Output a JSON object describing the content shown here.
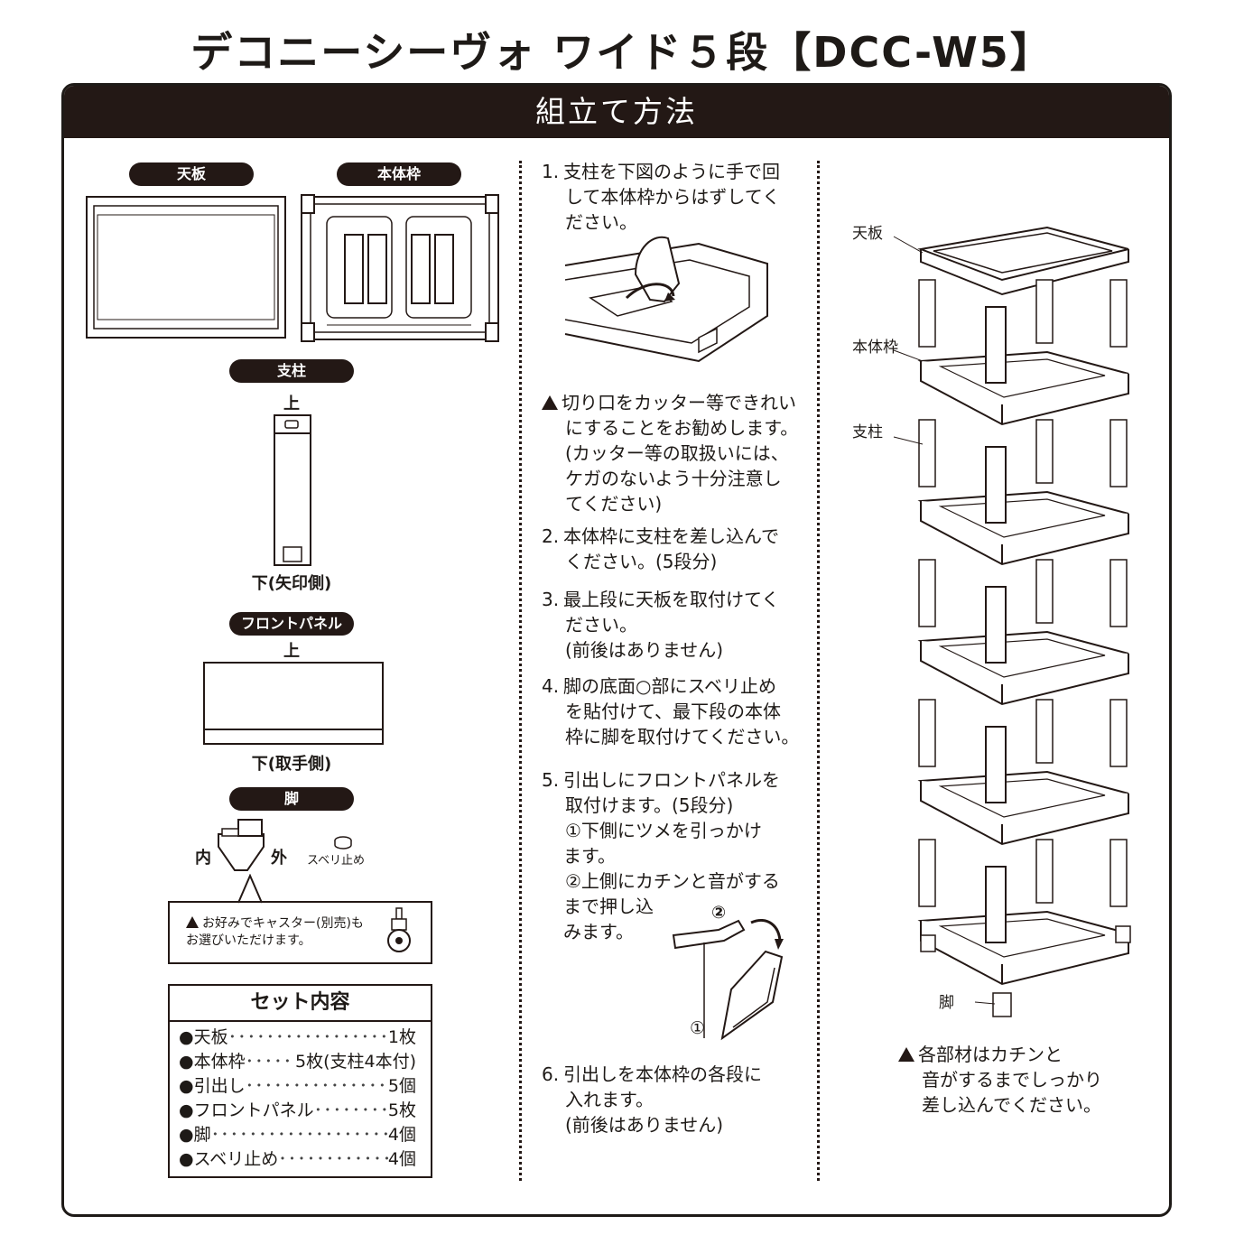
{
  "header": {
    "title": "デコニーシーヴォ ワイド５段【DCC-W5】"
  },
  "section": {
    "title": "組立て方法"
  },
  "parts": {
    "top_board": "天板",
    "frame": "本体枠",
    "pillar": "支柱",
    "pillar_top": "上",
    "pillar_bottom": "下(矢印側)",
    "front_panel": "フロントパネル",
    "panel_top": "上",
    "panel_bottom": "下(取手側)",
    "leg": "脚",
    "leg_inner": "内",
    "leg_outer": "外",
    "slip_stop": "スベリ止め",
    "caster_note_line1": "お好みでキャスター(別売)も",
    "caster_note_line2": "お選びいただけます。"
  },
  "kit": {
    "title": "セット内容",
    "items": [
      {
        "name": "●天板",
        "qty": "1枚"
      },
      {
        "name": "●本体枠",
        "qty": "5枚(支柱4本付)"
      },
      {
        "name": "●引出し",
        "qty": "5個"
      },
      {
        "name": "●フロントパネル",
        "qty": "5枚"
      },
      {
        "name": "●脚",
        "qty": "4個"
      },
      {
        "name": "●スベリ止め",
        "qty": "4個"
      }
    ]
  },
  "steps": {
    "s1_num": "1.",
    "s1_l1": "支柱を下図のように手で回",
    "s1_l2": "して本体枠からはずしてく",
    "s1_l3": "ださい。",
    "w_l1": "切り口をカッター等できれい",
    "w_l2": "にすることをお勧めします。",
    "w_l3": "(カッター等の取扱いには、",
    "w_l4": "ケガのないよう十分注意し",
    "w_l5": "てください)",
    "s2_num": "2.",
    "s2_l1": "本体枠に支柱を差し込んで",
    "s2_l2": "ください。(5段分)",
    "s3_num": "3.",
    "s3_l1": "最上段に天板を取付けてく",
    "s3_l2": "ださい。",
    "s3_l3": "(前後はありません)",
    "s4_num": "4.",
    "s4_l1": "脚の底面○部にスベリ止め",
    "s4_l2": "を貼付けて、最下段の本体",
    "s4_l3": "枠に脚を取付けてください。",
    "s5_num": "5.",
    "s5_l1": "引出しにフロントパネルを",
    "s5_l2": "取付けます。(5段分)",
    "s5_a1": "①下側にツメを引っかけ",
    "s5_a2": "ます。",
    "s5_b1": "②上側にカチンと音がする",
    "s5_b2": "まで押し込",
    "s5_b3": "みます。",
    "mark1": "①",
    "mark2": "②",
    "s6_num": "6.",
    "s6_l1": "引出しを本体枠の各段に",
    "s6_l2": "入れます。",
    "s6_l3": "(前後はありません)"
  },
  "diagram": {
    "top_board": "天板",
    "frame": "本体枠",
    "pillar": "支柱",
    "leg": "脚",
    "note_l1": "各部材はカチンと",
    "note_l2": "音がするまでしっかり",
    "note_l3": "差し込んでください。"
  }
}
